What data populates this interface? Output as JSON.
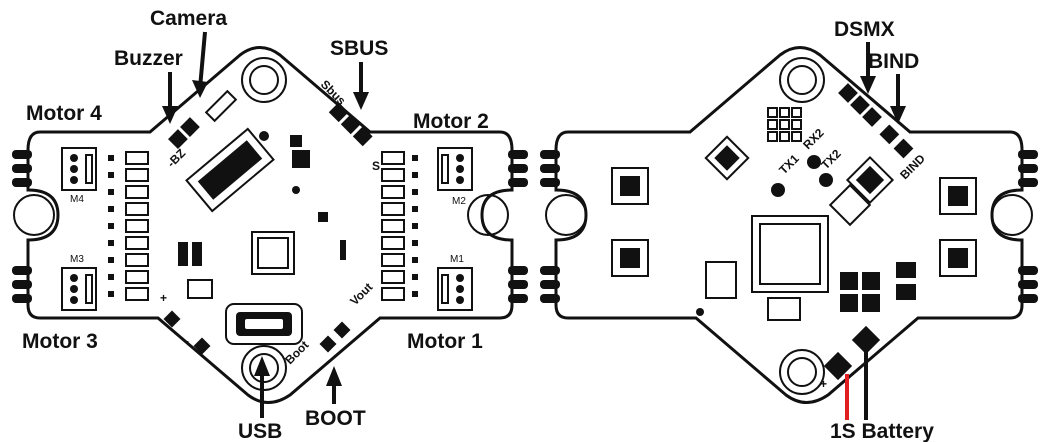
{
  "left_board": {
    "labels": {
      "camera": "Camera",
      "buzzer": "Buzzer",
      "sbus": "SBUS",
      "motor4": "Motor 4",
      "motor2": "Motor 2",
      "motor3": "Motor 3",
      "motor1": "Motor 1",
      "usb": "USB",
      "boot": "BOOT"
    },
    "silkscreen": {
      "m4": "M4",
      "m2": "M2",
      "m3": "M3",
      "m1": "M1",
      "sbus": "Sbus",
      "bz": "-BZ",
      "vout": "Vout",
      "boot": "Boot",
      "s": "S",
      "plus": "+",
      "minus": "-"
    }
  },
  "right_board": {
    "labels": {
      "dsmx": "DSMX",
      "bind": "BIND",
      "battery": "1S Battery"
    },
    "silkscreen": {
      "bind": "BIND",
      "rx2": "RX2",
      "tx2": "TX2",
      "tx1": "TX1",
      "plus": "+"
    }
  },
  "colors": {
    "ink": "#111111",
    "battery_positive_wire": "#e02020",
    "battery_negative_wire": "#111111",
    "background": "#ffffff"
  }
}
